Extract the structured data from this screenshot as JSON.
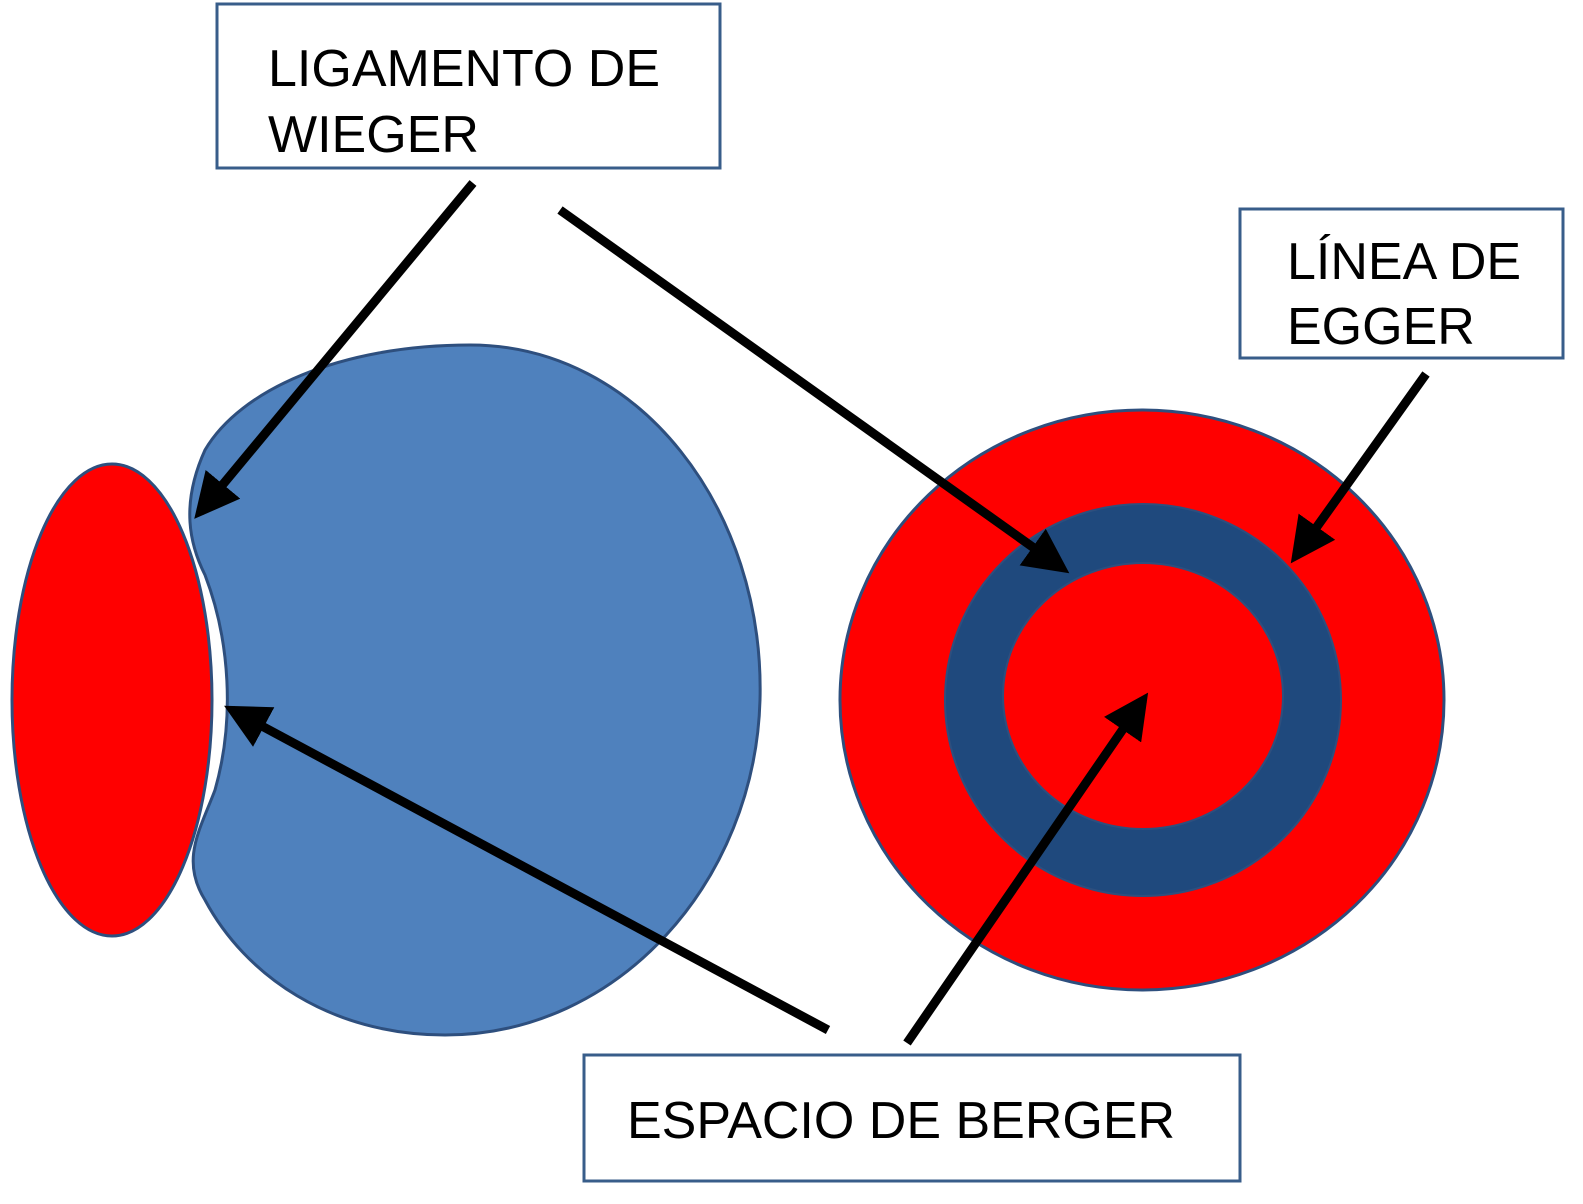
{
  "labels": {
    "wieger": {
      "line1": "LIGAMENTO DE",
      "line2": "WIEGER"
    },
    "egger": {
      "line1": "LÍNEA DE",
      "line2": "EGGER"
    },
    "berger": {
      "line1": "ESPACIO DE BERGER"
    }
  },
  "colors": {
    "lens_red": "#ff0000",
    "vitreous_blue": "#4f81bd",
    "ring_dark_blue": "#1f497d",
    "outline": "#2e4f7e",
    "box_border": "#385d8a",
    "arrow": "#000000",
    "background": "#ffffff"
  }
}
